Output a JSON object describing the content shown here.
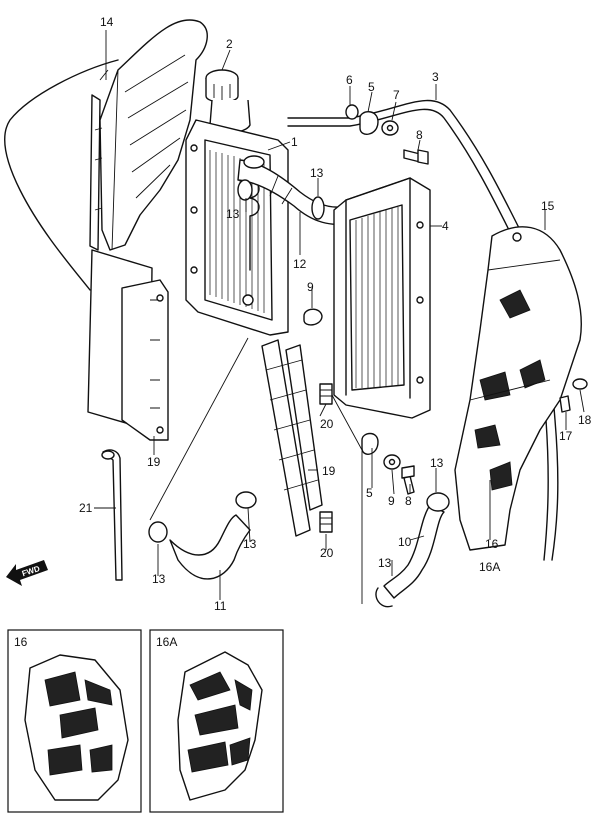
{
  "callouts": {
    "c14": "14",
    "c2": "2",
    "c6": "6",
    "c5a": "5",
    "c7": "7",
    "c3": "3",
    "c8a": "8",
    "c1": "1",
    "c13a": "13",
    "c13b": "13",
    "c4": "4",
    "c12": "12",
    "c15": "15",
    "c9a": "9",
    "c18": "18",
    "c17": "17",
    "c20a": "20",
    "c19a": "19",
    "c19b": "19",
    "c21": "21",
    "c5b": "5",
    "c9b": "9",
    "c8b": "8",
    "c13c": "13",
    "c13d": "13",
    "c13e": "13",
    "c13f": "13",
    "c20b": "20",
    "c10": "10",
    "c16": "16",
    "c16A": "16A",
    "c11": "11"
  },
  "fwd_label": "FWD",
  "insets": {
    "left_title": "16",
    "right_title": "16A"
  }
}
